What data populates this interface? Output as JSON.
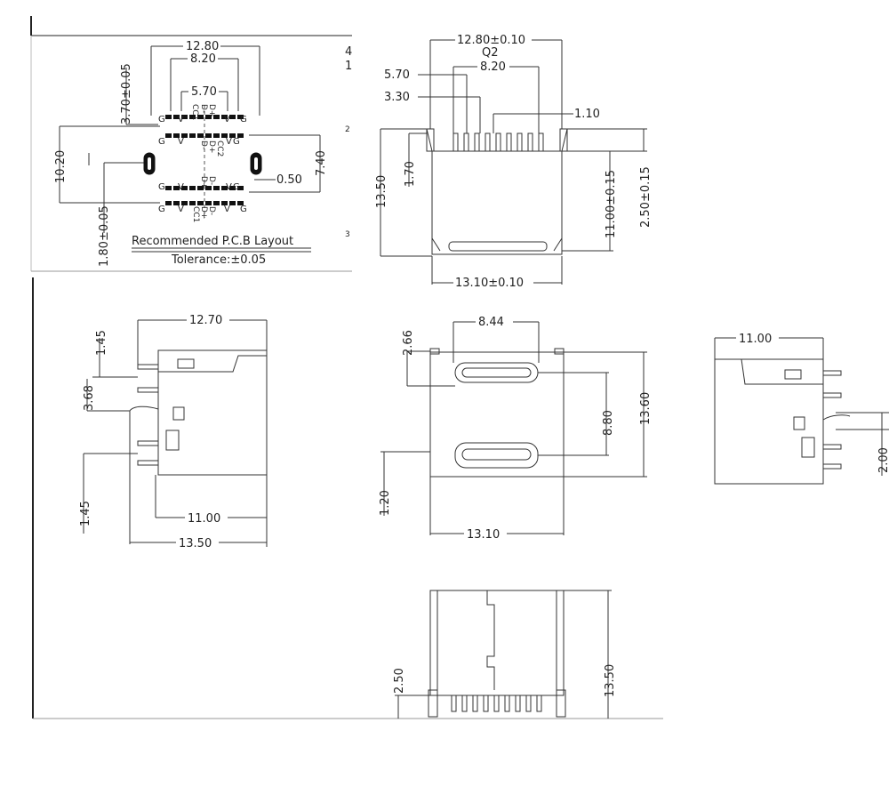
{
  "pcb_layout": {
    "dims": {
      "width_outer": "12.80",
      "width_inner": "8.20",
      "pitch_inner": "5.70",
      "hole_offset": "3.70±0.05",
      "height_total": "10.20",
      "height_rows": "7.40",
      "slot_width": "0.50",
      "slot_height": "1.80±0.05"
    },
    "pin_labels": {
      "g": "G",
      "v": "V",
      "cc1": "CC1",
      "cc2": "CC2",
      "dplus": "D+",
      "dminus": "D-"
    },
    "title": "Recommended P.C.B Layout",
    "tolerance": "Tolerance:±0.05"
  },
  "top_view": {
    "dims": {
      "width_outer": "12.80±0.10",
      "q2": "Q2",
      "pin_span": "8.20",
      "offset_a": "5.70",
      "offset_b": "3.30",
      "offset_c": "1.10",
      "height": "13.50",
      "lead": "1.70",
      "inner": "11.00±0.15",
      "outer": "2.50±0.15",
      "base_width": "13.10±0.10"
    },
    "margin_marks": {
      "m4": "4",
      "m1": "1",
      "m2": "2",
      "m3": "3"
    }
  },
  "side_view_left": {
    "dims": {
      "top_width": "12.70",
      "upper_lead": "1.45",
      "mid": "3.68",
      "lower_lead": "1.45",
      "inner_width": "11.00",
      "total_width": "13.50"
    }
  },
  "front_view": {
    "dims": {
      "port_width": "8.44",
      "port_height": "2.66",
      "port_spacing": "8.80",
      "height": "13.60",
      "bottom": "1.20",
      "width": "13.10"
    }
  },
  "side_view_right": {
    "dims": {
      "width": "11.00",
      "pin_pitch": "2.00"
    }
  },
  "bottom_view": {
    "dims": {
      "lead": "2.50",
      "height": "13.50"
    }
  }
}
